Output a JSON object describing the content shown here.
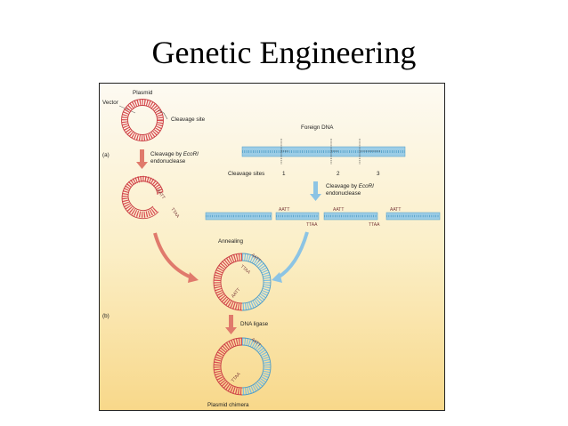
{
  "slide": {
    "title": "Genetic Engineering"
  },
  "figure": {
    "labels": {
      "plasmid": "Plasmid",
      "vector": "Vector",
      "cleavage_site": "Cleavage site",
      "panel_a": "(a)",
      "panel_b": "(b)",
      "foreign_dna": "Foreign DNA",
      "cleavage_ecori_left_1": "Cleavage by ",
      "cleavage_ecori_left_italic": "EcoRI",
      "cleavage_ecori_left_2": "endonuclease",
      "cleavage_ecori_right_1": "Cleavage by ",
      "cleavage_ecori_right_italic": "EcoRI",
      "cleavage_ecori_right_2": "endonuclease",
      "cleavage_sites": "Cleavage sites",
      "site_1": "1",
      "site_2": "2",
      "site_3": "3",
      "annealing": "Annealing",
      "dna_ligase": "DNA ligase",
      "plasmid_chimera": "Plasmid chimera"
    },
    "sticky_ends": {
      "aatt": "AATT",
      "ttaa": "TTAA"
    },
    "colors": {
      "background_top": "#fcf8ee",
      "background_bottom": "#f8d98a",
      "plasmid_red": "#d94b50",
      "foreign_blue": "#6fb6d8",
      "arrow_red": "#e07a6c",
      "arrow_blue": "#8cc4e4"
    }
  }
}
